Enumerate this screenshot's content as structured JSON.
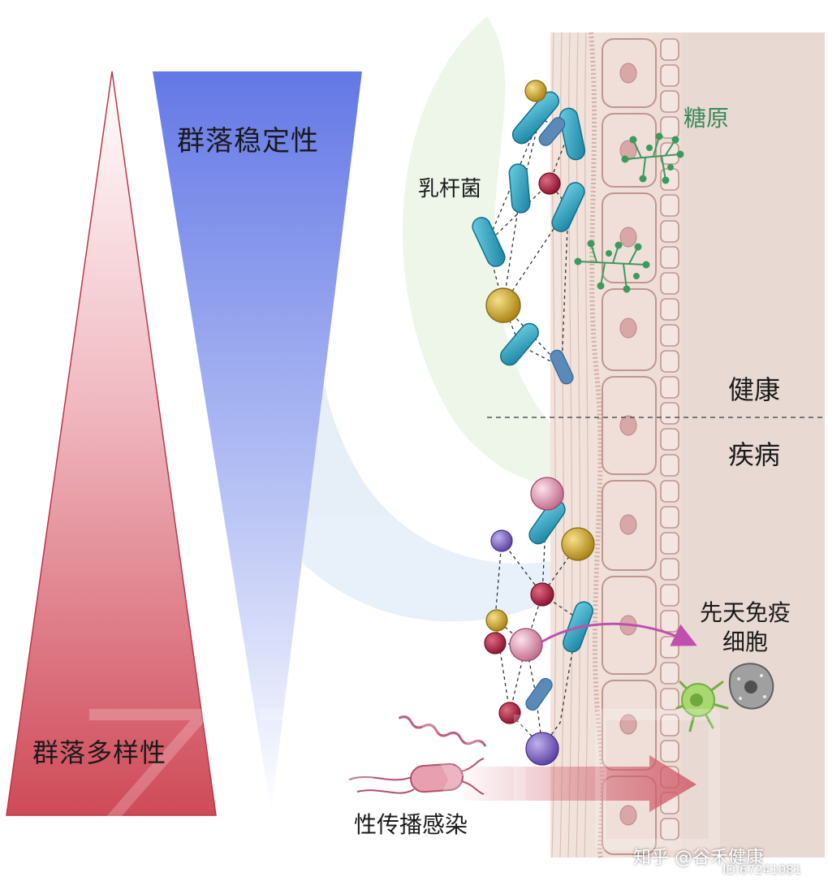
{
  "labels": {
    "community_stability": "群落稳定性",
    "community_diversity": "群落多样性",
    "lactobacillus": "乳杆菌",
    "glycogen": "糖原",
    "healthy": "健康",
    "disease": "疾病",
    "innate_immune_cells_line1": "先天免疫",
    "innate_immune_cells_line2": "细胞",
    "sti": "性传播感染"
  },
  "watermark": {
    "platform": "知乎 @谷禾健康",
    "id": "ID:67241081"
  },
  "colors": {
    "diversity_red": "#c8404e",
    "stability_blue": "#6a7ee8",
    "tissue": "#ecdcd6",
    "cell_outline": "#b88c88",
    "bacteria_rod": "#2aa3bd",
    "bacteria_yellow": "#c8a020",
    "bacteria_red": "#a82040",
    "bacteria_pink": "#e8a0b8",
    "bacteria_purple": "#8060b0",
    "glycogen_green": "#3a9a60",
    "arrow_magenta": "#c050b0",
    "arrow_red": "#d06070"
  }
}
